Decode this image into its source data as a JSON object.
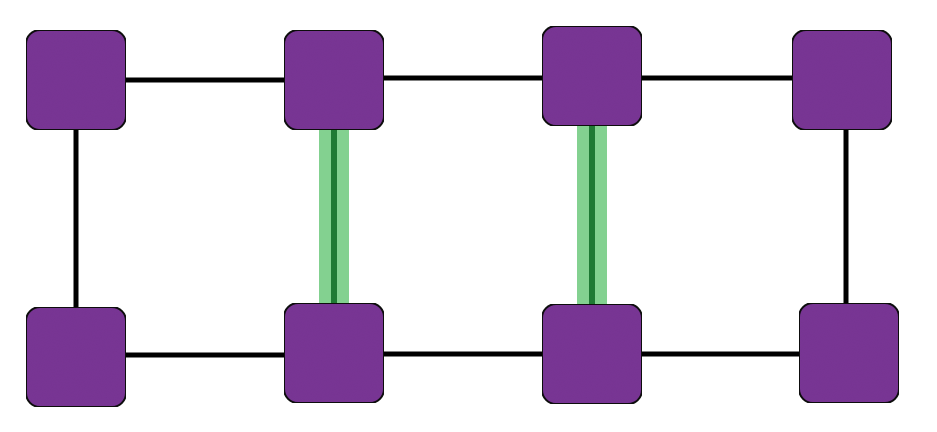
{
  "colors": {
    "node_fill": "#7a3596",
    "node_stroke": "#111111",
    "edge": "#000000",
    "highlight_glow": "#7ccf8a",
    "highlight_core": "#1f7a34",
    "background": "#ffffff"
  },
  "graph": {
    "nodes": [
      "n1",
      "n2",
      "n3",
      "n4",
      "n5",
      "n6",
      "n7",
      "n8"
    ],
    "edges": [
      {
        "from": "n1",
        "to": "n2",
        "highlighted": false
      },
      {
        "from": "n2",
        "to": "n3",
        "highlighted": false
      },
      {
        "from": "n3",
        "to": "n4",
        "highlighted": false
      },
      {
        "from": "n5",
        "to": "n6",
        "highlighted": false
      },
      {
        "from": "n6",
        "to": "n7",
        "highlighted": false
      },
      {
        "from": "n7",
        "to": "n8",
        "highlighted": false
      },
      {
        "from": "n1",
        "to": "n5",
        "highlighted": false
      },
      {
        "from": "n4",
        "to": "n8",
        "highlighted": false
      },
      {
        "from": "n2",
        "to": "n6",
        "highlighted": true
      },
      {
        "from": "n3",
        "to": "n7",
        "highlighted": true
      }
    ]
  }
}
